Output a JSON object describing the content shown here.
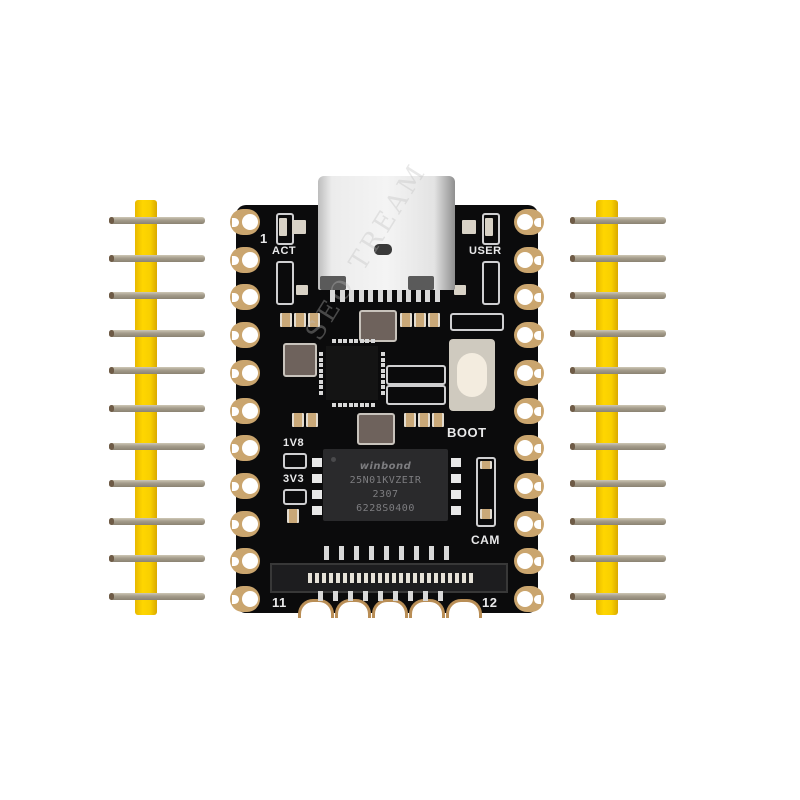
{
  "image": {
    "subject": "RP2040-style mini development board with two 11-pin yellow headers",
    "background_color": "#ffffff"
  },
  "board": {
    "color": "#0b0b0c",
    "pad_color": "#caa56e",
    "silkscreen": {
      "pin1_label": "1",
      "act_label": "ACT",
      "user_label": "USER",
      "boot_label": "BOOT",
      "v18_label": "1V8",
      "v33_label": "3V3",
      "cam_label": "CAM",
      "pin11_label": "11",
      "pin12_label": "12"
    },
    "flash_chip": {
      "brand": "winbond",
      "line1": "25N01KVZEIR",
      "line2": "2307",
      "line3": "6228S0400"
    },
    "left_pad_count": 11,
    "right_pad_count": 11,
    "bottom_castellations": 5
  },
  "headers": {
    "left": {
      "pin_count": 11,
      "body_color": "#ffd600"
    },
    "right": {
      "pin_count": 11,
      "body_color": "#ffd600"
    }
  },
  "watermark": {
    "text": "SEO TREAM"
  }
}
